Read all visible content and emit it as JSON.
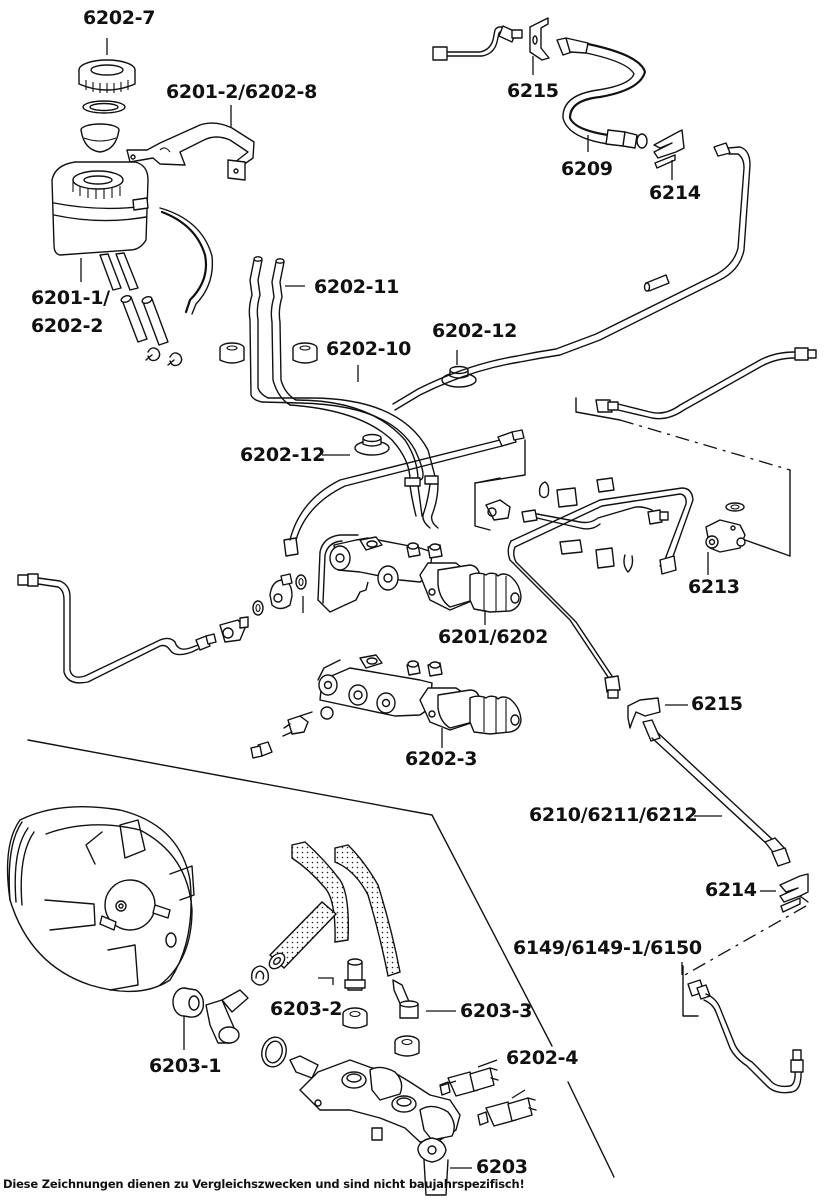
{
  "diagram": {
    "type": "exploded parts diagram",
    "subject": "brake master cylinder, fluid reservoir, brake lines and brake booster",
    "callouts": [
      {
        "id": "6202-7",
        "part": "reservoir-cap"
      },
      {
        "id": "6201-2/6202-8",
        "part": "reservoir-bracket"
      },
      {
        "id": "6201-1/\n6202-2",
        "line1": "6201-1/",
        "line2": "6202-2",
        "part": "fluid-reservoir"
      },
      {
        "id": "6202-11",
        "part": "reservoir-hoses"
      },
      {
        "id": "6202-10",
        "part": "feed-lines"
      },
      {
        "id": "6202-12",
        "part": "rubber-grommet-upper"
      },
      {
        "id": "6202-12",
        "part": "rubber-grommet-lower"
      },
      {
        "id": "6215",
        "part": "hose-clip-upper"
      },
      {
        "id": "6209",
        "part": "brake-hose-upper"
      },
      {
        "id": "6214",
        "part": "retaining-clip-upper"
      },
      {
        "id": "6213",
        "part": "t-piece-distributor"
      },
      {
        "id": "6201/6202",
        "part": "master-cylinder"
      },
      {
        "id": "6202-3",
        "part": "master-cylinder-alt"
      },
      {
        "id": "6215",
        "part": "hose-clip-lower"
      },
      {
        "id": "6210/6211/6212",
        "part": "brake-hose-lower"
      },
      {
        "id": "6214",
        "part": "retaining-clip-lower"
      },
      {
        "id": "6149/6149-1/6150",
        "part": "brake-line-rear"
      },
      {
        "id": "6203-1",
        "part": "booster-grommet"
      },
      {
        "id": "6203-2",
        "part": "vacuum-fitting-straight"
      },
      {
        "id": "6203-3",
        "part": "vacuum-fitting-angled"
      },
      {
        "id": "6202-4",
        "part": "brake-light-switch"
      },
      {
        "id": "6203",
        "part": "tandem-master-cylinder"
      }
    ],
    "labels": {
      "l_6202_7": "6202-7",
      "l_6201_2": "6201-2/6202-8",
      "l_6201_1a": "6201-1/",
      "l_6201_1b": "6202-2",
      "l_6202_11": "6202-11",
      "l_6202_10": "6202-10",
      "l_6202_12a": "6202-12",
      "l_6202_12b": "6202-12",
      "l_6215a": "6215",
      "l_6209": "6209",
      "l_6214a": "6214",
      "l_6213": "6213",
      "l_6201_6202": "6201/6202",
      "l_6202_3": "6202-3",
      "l_6215b": "6215",
      "l_6210": "6210/6211/6212",
      "l_6214b": "6214",
      "l_6149": "6149/6149-1/6150",
      "l_6203_1": "6203-1",
      "l_6203_2": "6203-2",
      "l_6203_3": "6203-3",
      "l_6202_4": "6202-4",
      "l_6203": "6203"
    },
    "footer": "Diese Zeichnungen dienen zu Vergleichszwecken und sind nicht baujahrspezifisch!"
  }
}
